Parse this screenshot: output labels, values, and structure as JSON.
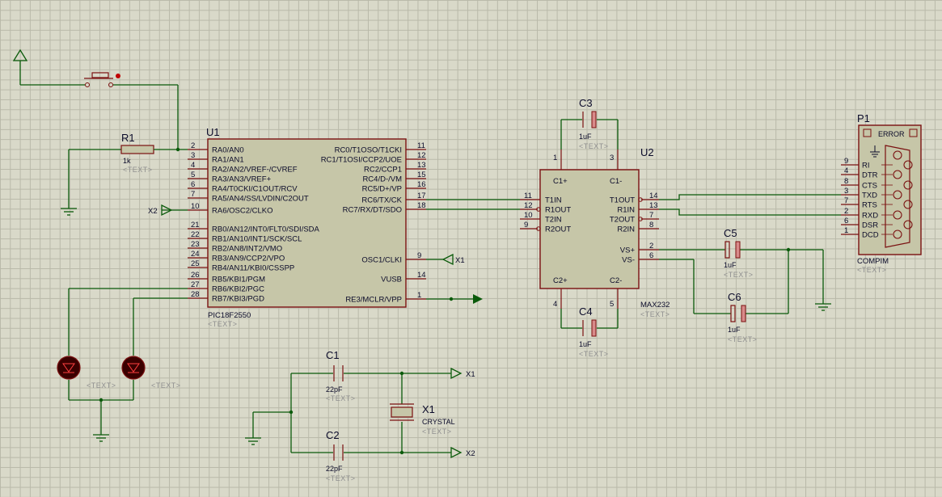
{
  "placeholder_text": "<TEXT>",
  "u1": {
    "ref": "U1",
    "part": "PIC18F2550",
    "left_pins": [
      {
        "num": "2",
        "name": "RA0/AN0"
      },
      {
        "num": "3",
        "name": "RA1/AN1"
      },
      {
        "num": "4",
        "name": "RA2/AN2/VREF-/CVREF"
      },
      {
        "num": "5",
        "name": "RA3/AN3/VREF+"
      },
      {
        "num": "6",
        "name": "RA4/T0CKI/C1OUT/RCV"
      },
      {
        "num": "7",
        "name": "RA5/AN4/SS/LVDIN/C2OUT"
      },
      {
        "num": "10",
        "name": "RA6/OSC2/CLKO"
      },
      {
        "num": "21",
        "name": "RB0/AN12/INT0/FLT0/SDI/SDA"
      },
      {
        "num": "22",
        "name": "RB1/AN10/INT1/SCK/SCL"
      },
      {
        "num": "23",
        "name": "RB2/AN8/INT2/VMO"
      },
      {
        "num": "24",
        "name": "RB3/AN9/CCP2/VPO"
      },
      {
        "num": "25",
        "name": "RB4/AN11/KBI0/CSSPP"
      },
      {
        "num": "26",
        "name": "RB5/KBI1/PGM"
      },
      {
        "num": "27",
        "name": "RB6/KBI2/PGC"
      },
      {
        "num": "28",
        "name": "RB7/KBI3/PGD"
      }
    ],
    "right_pins": [
      {
        "num": "11",
        "name": "RC0/T1OSO/T1CKI"
      },
      {
        "num": "12",
        "name": "RC1/T1OSI/CCP2/UOE"
      },
      {
        "num": "13",
        "name": "RC2/CCP1"
      },
      {
        "num": "15",
        "name": "RC4/D-/VM"
      },
      {
        "num": "16",
        "name": "RC5/D+/VP"
      },
      {
        "num": "17",
        "name": "RC6/TX/CK"
      },
      {
        "num": "18",
        "name": "RC7/RX/DT/SDO"
      },
      {
        "num": "9",
        "name": "OSC1/CLKI"
      },
      {
        "num": "14",
        "name": "VUSB"
      },
      {
        "num": "1",
        "name": "RE3/MCLR/VPP"
      }
    ]
  },
  "u2": {
    "ref": "U2",
    "part": "MAX232",
    "left_pins": [
      {
        "num": "11",
        "name": "T1IN"
      },
      {
        "num": "12",
        "name": "R1OUT"
      },
      {
        "num": "10",
        "name": "T2IN"
      },
      {
        "num": "9",
        "name": "R2OUT"
      }
    ],
    "right_pins": [
      {
        "num": "14",
        "name": "T1OUT"
      },
      {
        "num": "13",
        "name": "R1IN"
      },
      {
        "num": "7",
        "name": "T2OUT"
      },
      {
        "num": "8",
        "name": "R2IN"
      },
      {
        "num": "2",
        "name": "VS+"
      },
      {
        "num": "6",
        "name": "VS-"
      }
    ],
    "top_pins": [
      {
        "num": "1",
        "name": "C1+"
      },
      {
        "num": "3",
        "name": "C1-"
      }
    ],
    "bottom_pins": [
      {
        "num": "4",
        "name": "C2+"
      },
      {
        "num": "5",
        "name": "C2-"
      }
    ]
  },
  "p1": {
    "ref": "P1",
    "part": "COMPIM",
    "error": "ERROR",
    "pins": [
      {
        "num": "9",
        "name": "RI"
      },
      {
        "num": "4",
        "name": "DTR"
      },
      {
        "num": "8",
        "name": "CTS"
      },
      {
        "num": "3",
        "name": "TXD"
      },
      {
        "num": "7",
        "name": "RTS"
      },
      {
        "num": "2",
        "name": "RXD"
      },
      {
        "num": "6",
        "name": "DSR"
      },
      {
        "num": "1",
        "name": "DCD"
      }
    ]
  },
  "r1": {
    "ref": "R1",
    "value": "1k"
  },
  "c1": {
    "ref": "C1",
    "value": "22pF"
  },
  "c2": {
    "ref": "C2",
    "value": "22pF"
  },
  "c3": {
    "ref": "C3",
    "value": "1uF"
  },
  "c4": {
    "ref": "C4",
    "value": "1uF"
  },
  "c5": {
    "ref": "C5",
    "value": "1uF"
  },
  "c6": {
    "ref": "C6",
    "value": "1uF"
  },
  "x1": {
    "ref": "X1",
    "value": "CRYSTAL"
  },
  "terminals": {
    "x1": "X1",
    "x2": "X2"
  }
}
